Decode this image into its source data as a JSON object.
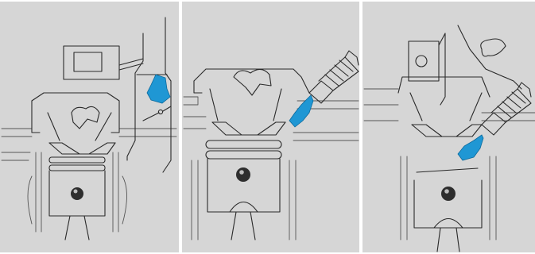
{
  "colors": {
    "background": "#d6d6d6",
    "line": "#2a2a2a",
    "fuel": "#1f97d4",
    "separator": "#ffffff"
  },
  "panels": [
    {
      "icons": [
        "cylinder",
        "piston",
        "valve",
        "fuel-droplet",
        "injector-body",
        "throttle"
      ]
    },
    {
      "icons": [
        "cylinder",
        "piston",
        "valve",
        "spark-plug",
        "fuel-spray"
      ]
    },
    {
      "icons": [
        "cylinder",
        "piston",
        "valve",
        "spark-plug",
        "fuel-spray",
        "intake-runner"
      ]
    }
  ]
}
